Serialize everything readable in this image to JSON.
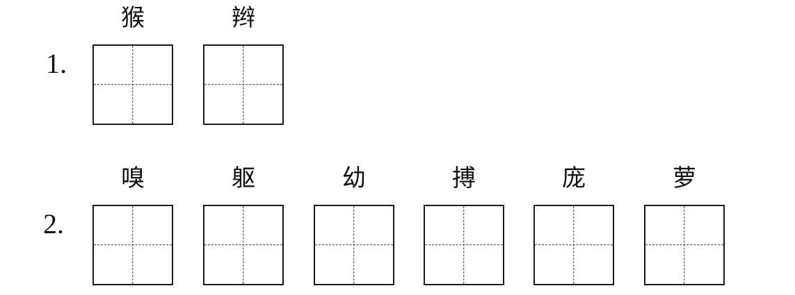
{
  "rows": [
    {
      "number": "1.",
      "characters": [
        "猴",
        "辫"
      ]
    },
    {
      "number": "2.",
      "characters": [
        "嗅",
        "躯",
        "幼",
        "搏",
        "庞",
        "萝"
      ]
    }
  ]
}
